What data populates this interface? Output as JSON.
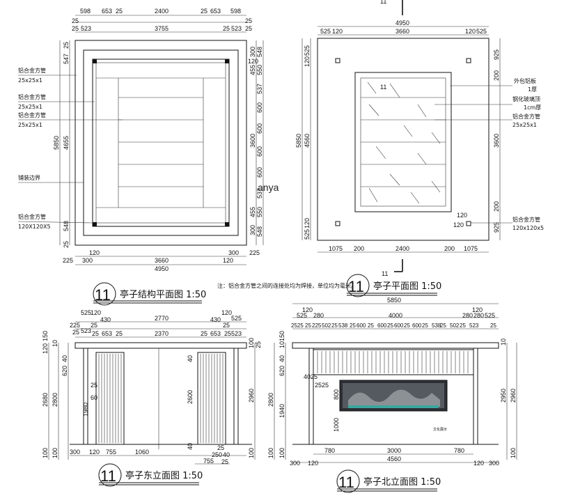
{
  "drawings": {
    "structure_plan": {
      "title": "亭子结构平面图 1:50",
      "title_number": "11",
      "top_dims_row1": [
        "598",
        "653",
        "25",
        "2400",
        "25",
        "653",
        "598"
      ],
      "top_dims_row2": [
        "25",
        "523",
        "3755",
        "25",
        "523",
        "25"
      ],
      "top_dims_small": [
        "25",
        "25"
      ],
      "bottom_dims_row1": [
        "120",
        "300",
        "3660",
        "300",
        "120"
      ],
      "bottom_dims_row2": [
        "225",
        "4950",
        "225"
      ],
      "left_dims": [
        "25",
        "547",
        "25",
        "5850",
        "4655",
        "548",
        "25",
        "25"
      ],
      "right_dims": [
        "225",
        "548",
        "25",
        "300",
        "120",
        "455",
        "25",
        "550",
        "225",
        "537",
        "25",
        "600",
        "25",
        "600",
        "3600",
        "25",
        "600",
        "25",
        "600",
        "25",
        "537",
        "25",
        "550",
        "225",
        "455",
        "300",
        "548",
        "25",
        "225"
      ],
      "labels": [
        "铝合金方管",
        "25x25x1",
        "铝合金方管",
        "25x25x1",
        "铝合金方管",
        "25x25x1",
        "铺装边界",
        "铝合金方管",
        "120X120X5"
      ],
      "note": "注：铝合金方管之间的连接处均为焊接，单位均为毫米。"
    },
    "pavilion_plan": {
      "title": "亭子平面图 1:50",
      "title_number": "11",
      "section_mark_top": "11",
      "section_mark_mid": "11",
      "section_mark_bottom": "11",
      "top_dims_row1": [
        "4950"
      ],
      "top_dims_row2": [
        "525",
        "120",
        "3660",
        "120",
        "525"
      ],
      "bottom_dims": [
        "1075",
        "200",
        "2400",
        "200",
        "1075"
      ],
      "left_dims": [
        "525",
        "120",
        "5850",
        "4560",
        "525",
        "120"
      ],
      "right_dims": [
        "925",
        "200",
        "3600",
        "200",
        "925"
      ],
      "labels": [
        "外包铝板",
        "1厚",
        "钢化玻璃顶",
        "1cm厚",
        "铝合金方管",
        "25x25x1",
        "铝合金方管",
        "120x120x5"
      ],
      "small_dims": [
        "120",
        "120"
      ]
    },
    "east_elevation": {
      "title": "亭子东立面图 1:50",
      "title_number": "11",
      "top_row1": [
        "525",
        "120",
        "2770",
        "120",
        "525"
      ],
      "top_row2": [
        "25",
        "430",
        "430",
        "25"
      ],
      "top_row3": [
        "523",
        "25",
        "653",
        "25",
        "2370",
        "25",
        "653",
        "25",
        "523"
      ],
      "top_small": [
        "225",
        "25"
      ],
      "left_dims": [
        "120",
        "150",
        "10",
        "40",
        "620",
        "2680",
        "2800",
        "25",
        "60",
        "1980",
        "100",
        "100"
      ],
      "right_dims": [
        "100",
        "25",
        "2960",
        "100"
      ],
      "inner_dims": [
        "40",
        "2600",
        "40",
        "25"
      ],
      "bottom_dims": [
        "300",
        "120",
        "755",
        "1060",
        "755",
        "250",
        "40",
        "25"
      ]
    },
    "north_elevation": {
      "title": "亭子北立面图 1:50",
      "title_number": "11",
      "top_row1": [
        "5850"
      ],
      "top_row2": [
        "120",
        "4000",
        "280",
        "120"
      ],
      "top_row3": [
        "525",
        "280",
        "280",
        "525"
      ],
      "top_row4": [
        "2525",
        "25",
        "225",
        "502",
        "25",
        "538",
        "25",
        "600",
        "25",
        "600",
        "25",
        "600",
        "25",
        "600",
        "25",
        "538",
        "25",
        "502",
        "25",
        "523",
        "25"
      ],
      "left_dims": [
        "150",
        "10",
        "40",
        "620",
        "2800",
        "40",
        "25",
        "25",
        "25",
        "1940",
        "800",
        "1000",
        "100",
        "100"
      ],
      "right_dims": [
        "10",
        "2950",
        "2960",
        "100"
      ],
      "bottom_dims": [
        "780",
        "3000",
        "780"
      ],
      "bottom_dims2": [
        "300",
        "120",
        "4560",
        "120",
        "300"
      ],
      "label_small": "文化展示"
    }
  },
  "watermark": "anya"
}
